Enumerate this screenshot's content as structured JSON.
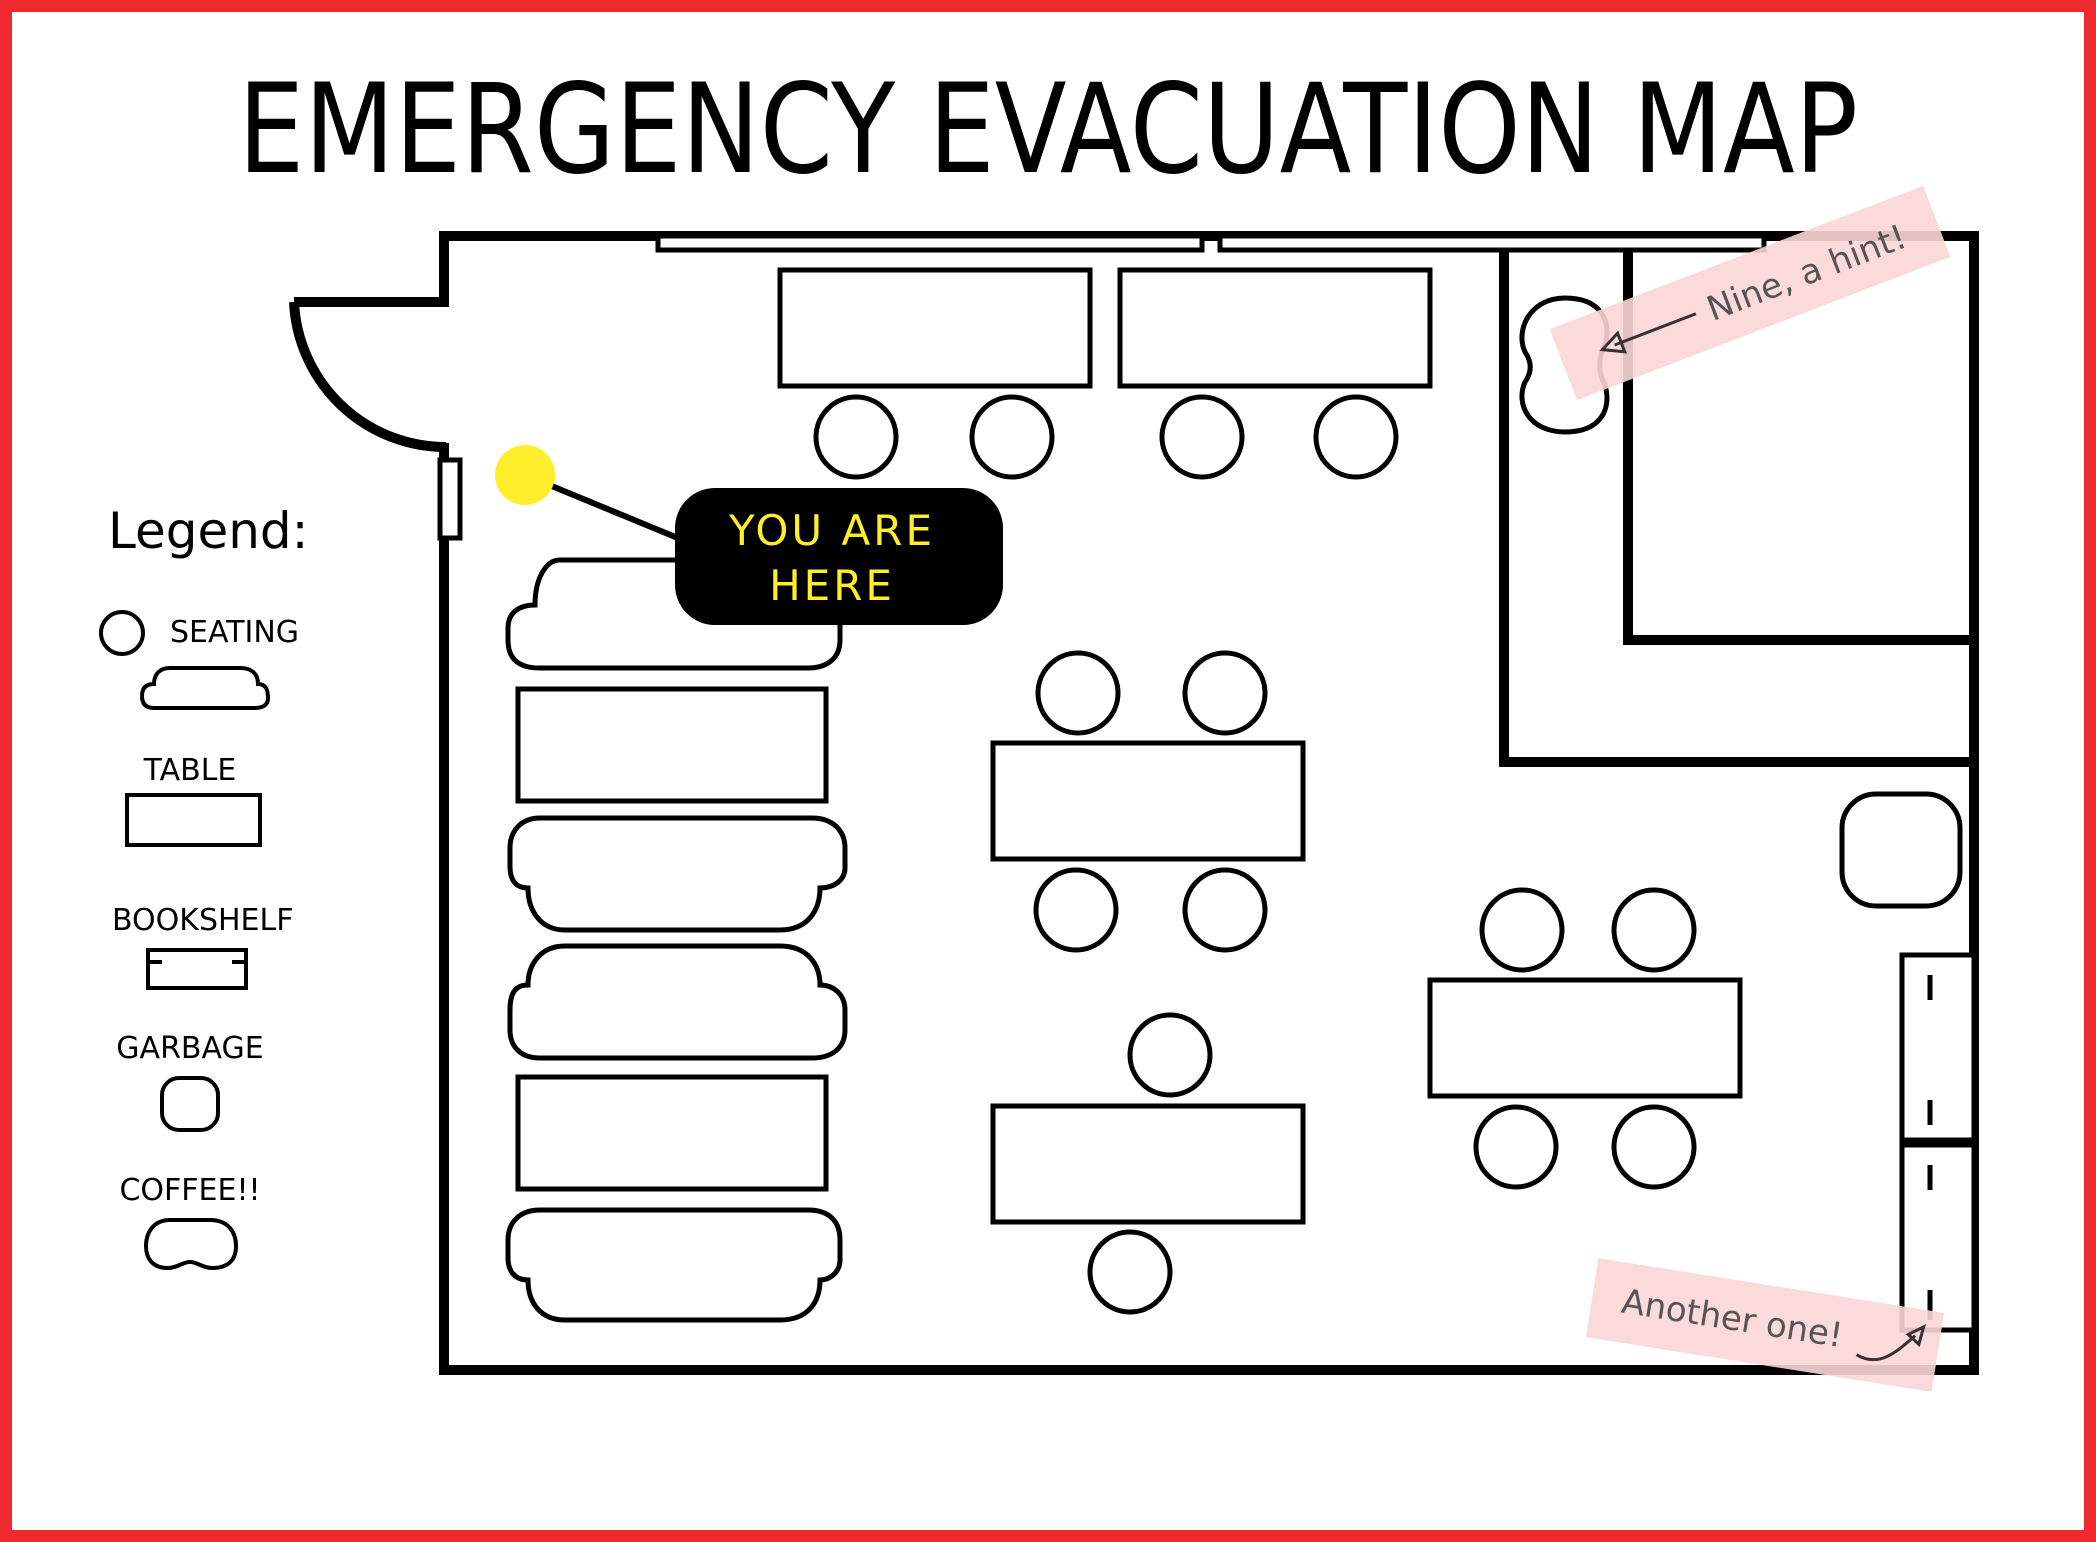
{
  "title": "EMERGENCY EVACUATION MAP",
  "legend": {
    "heading": "Legend:",
    "items": [
      {
        "label": "SEATING",
        "icon": "seating-icon"
      },
      {
        "label": "TABLE",
        "icon": "table-icon"
      },
      {
        "label": "BOOKSHELF",
        "icon": "bookshelf-icon"
      },
      {
        "label": "GARBAGE",
        "icon": "garbage-icon"
      },
      {
        "label": "COFFEE!!",
        "icon": "coffee-icon"
      }
    ]
  },
  "marker": {
    "line1": "YOU ARE",
    "line2": "HERE",
    "dot_color": "#ffef2a"
  },
  "hints": {
    "first": "Nine, a hint!",
    "second": "Another one!",
    "note_color": "#f9d6d6"
  },
  "colors": {
    "border": "#ef2a2f",
    "ink": "#000000",
    "marker_bg": "#000000",
    "marker_text": "#ffef2a"
  }
}
